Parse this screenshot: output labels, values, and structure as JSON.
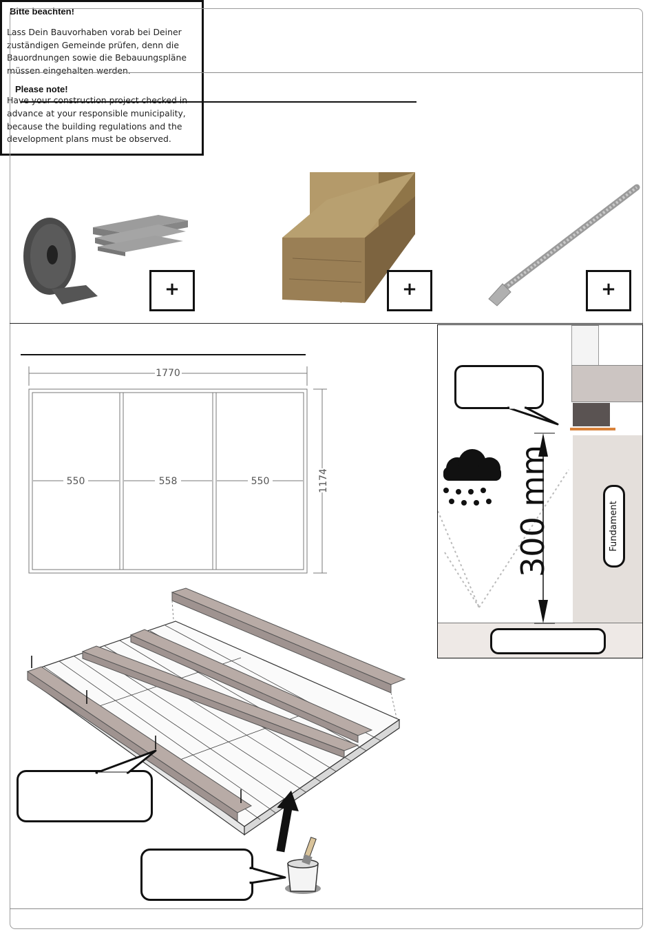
{
  "materials": {
    "items": [
      {
        "name": "rubber-pads",
        "plus_label": "+"
      },
      {
        "name": "timber-beam",
        "plus_label": "+"
      },
      {
        "name": "screw",
        "plus_label": "+"
      }
    ]
  },
  "frame_plan": {
    "width": "1770",
    "height": "1174",
    "bays": [
      "550",
      "558",
      "550"
    ]
  },
  "foundation_diagram": {
    "height_label": "300 mm",
    "foundation_label": "Fundament"
  },
  "notice": {
    "de_title": "Bitte beachten!",
    "de_text": "Lass Dein Bauvorhaben vorab bei Deiner zuständigen Gemeinde prüfen, denn die Bauordnungen sowie die Bebauungspläne müssen eingehalten werden.",
    "en_title": "Please note!",
    "en_text": "Have your construction project checked in advance at your responsible municipality, because the building regulations and the development plans must be observed."
  },
  "colors": {
    "wood": "#b8aba6",
    "foundation": "#e4dfdb",
    "pad": "#5a5352",
    "strip": "#d9823b"
  }
}
